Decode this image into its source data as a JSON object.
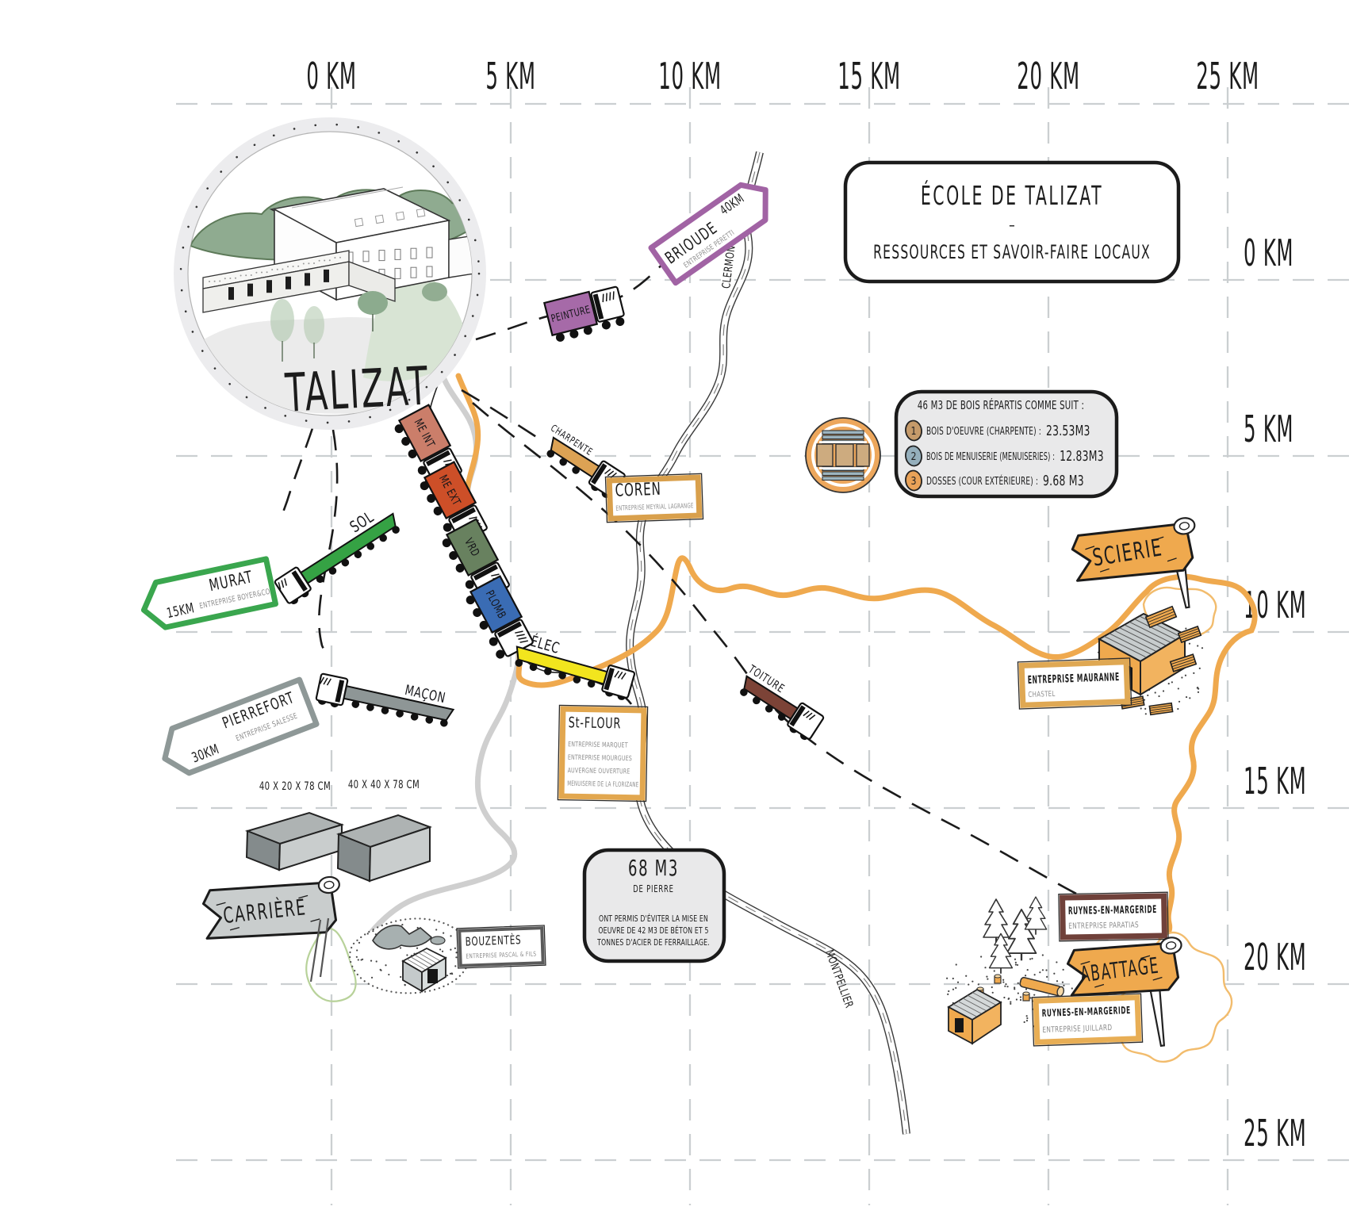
{
  "title_box": {
    "line1": "ÉCOLE DE TALIZAT",
    "separator": "–",
    "line2": "RESSOURCES ET SAVOIR-FAIRE LOCAUX"
  },
  "place_circle": {
    "label": "TALIZAT"
  },
  "axis": {
    "top_labels": [
      "0 KM",
      "5 KM",
      "10 KM",
      "15 KM",
      "20 KM",
      "25 KM"
    ],
    "right_labels": [
      "0 KM",
      "5 KM",
      "10 KM",
      "15 KM",
      "20 KM",
      "25 KM"
    ]
  },
  "wood_box": {
    "title": "46 M3 DE BOIS RÉPARTIS COMME SUIT :",
    "items": [
      {
        "num": "1",
        "label": "BOIS D'OEUVRE (CHARPENTE) :",
        "value": "23.53M3",
        "badge_color": "#c59a6a"
      },
      {
        "num": "2",
        "label": "BOIS DE MENUISERIE (MENUISERIES) :",
        "value": "12.83M3",
        "badge_color": "#95afbc"
      },
      {
        "num": "3",
        "label": "DOSSES (COUR EXTÉRIEURE) :",
        "value": "9.68 M3",
        "badge_color": "#e9a258"
      }
    ]
  },
  "stone_box": {
    "title": "68 M3",
    "subtitle": "DE PIERRE",
    "body": [
      "ONT PERMIS D'ÉVITER LA MISE EN",
      "OEUVRE DE 42 M3 DE BÉTON ET 5",
      "TONNES D'ACIER DE FERRAILLAGE."
    ]
  },
  "signs": {
    "brioude": {
      "city": "BRIOUDE",
      "distance": "40KM",
      "sub": "ENTREPRISE PERETTI",
      "color": "#a163a4"
    },
    "murat": {
      "city": "MURAT",
      "distance": "15KM",
      "sub": "ENTREPRISE BOYER&CO",
      "color": "#3aa64e"
    },
    "pierrefort": {
      "city": "PIERREFORT",
      "distance": "30KM",
      "sub": "ENTREPRISE SALESSE",
      "color": "#8e9897"
    },
    "coren": {
      "title": "COREN",
      "sub": "ENTREPRISE MEYRIAL LAGRANGE",
      "color": "#d9a04c"
    },
    "stflour": {
      "title": "St-FLOUR",
      "subs": [
        "ENTREPRISE MARQUET",
        "ENTREPRISE MOURGUES",
        "AUVERGNE OUVERTURE",
        "MENUISERIE DE LA FLORIZANE"
      ],
      "color": "#e2a74f"
    },
    "mauranne": {
      "title": "ENTREPRISE MAURANNE",
      "sub": "CHASTEL",
      "color": "#dfa853"
    },
    "paratias": {
      "title": "RUYNES-EN-MARGERIDE",
      "sub": "ENTREPRISE PARATIAS",
      "color": "#70413a"
    },
    "juillard": {
      "title": "RUYNES-EN-MARGERIDE",
      "sub": "ENTREPRISE JUILLARD",
      "color": "#e8ae55"
    },
    "bouzentes": {
      "title": "BOUZENTÈS",
      "sub": "ENTREPRISE PASCAL & FILS",
      "color": "#5a5a5a"
    }
  },
  "trucks": {
    "peinture": {
      "label": "PEINTURE",
      "color": "#a66aa8"
    },
    "me_int": {
      "label": "ME INT",
      "color": "#cb7e6a"
    },
    "me_ext": {
      "label": "ME EXT",
      "color": "#cd4f28"
    },
    "vrd": {
      "label": "VRD",
      "color": "#68815f"
    },
    "plomb": {
      "label": "PLOMB",
      "color": "#3a6cb4"
    },
    "elec": {
      "label": "ÉLEC",
      "color": "#f2e51e"
    },
    "charpente": {
      "label": "CHARPENTE",
      "color": "#dca254"
    },
    "toiture": {
      "label": "TOITURE",
      "color": "#7c4337"
    },
    "sol": {
      "label": "SOL",
      "color": "#35a244"
    },
    "macon": {
      "label": "MAÇON",
      "color": "#8e9696"
    }
  },
  "banners": {
    "scierie": {
      "label": "SCIERIE",
      "color": "#efa94e"
    },
    "abattage": {
      "label": "ABATTAGE",
      "color": "#efa94e"
    },
    "carriere": {
      "label": "CARRIÈRE",
      "color": "#c9cdcd"
    }
  },
  "roads": {
    "clermont": {
      "label": "CLERMONT-FERRAND →"
    },
    "montpellier": {
      "label": "MONTPELLIER"
    }
  },
  "stone_blocks": [
    {
      "label": "40 X 20 X 78 CM"
    },
    {
      "label": "40 X 40 X 78 CM"
    }
  ],
  "colors": {
    "accent_orange": "#efa94e",
    "grid_grey": "#cbcfd1",
    "route_black": "#1b1b1b",
    "road_grey": "#cfcfcf",
    "box_grey": "#e9e9ea",
    "hedge_green": "#8fab90",
    "lawn_green": "#d8e4d4"
  }
}
